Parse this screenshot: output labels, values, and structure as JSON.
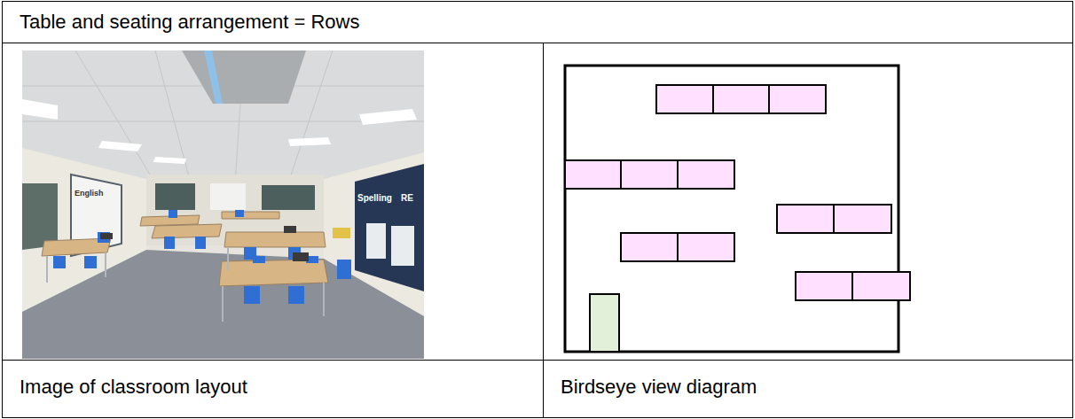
{
  "diagram": {
    "labels": [
      "Table and seating arrangement = Rows",
      "Image of classroom layout",
      "Birdseye view diagram",
      "English",
      "Spelling",
      "RE"
    ]
  }
}
